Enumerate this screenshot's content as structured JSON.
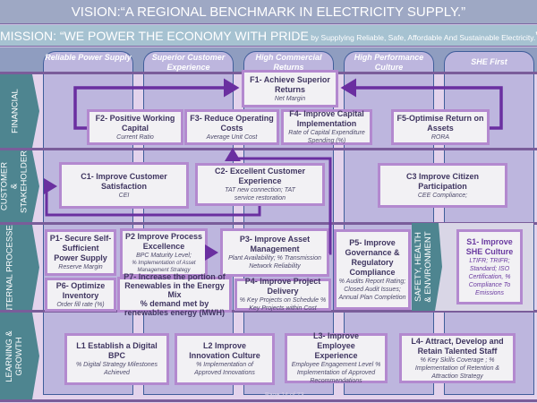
{
  "vision": "VISION:“A REGIONAL BENCHMARK IN ELECTRICITY SUPPLY.”",
  "mission": {
    "main": "MISSION: “WE POWER THE ECONOMY WITH PRIDE",
    "sub": " by Supplying Reliable, Safe, Affordable And Sustainable Electricity.",
    "close": "”"
  },
  "themes": [
    {
      "label": "Reliable Power Supply"
    },
    {
      "label": "Superior Customer Experience"
    },
    {
      "label": "High Commercial Returns"
    },
    {
      "label": "High Performance Culture"
    },
    {
      "label": "SHE First"
    }
  ],
  "perspectives": {
    "financial": "FINANCIAL",
    "customer": "CUSTOMER & STAKEHOLDER",
    "internal": "INTERNAL PROCESSES",
    "learning": "LEARNING & GROWTH",
    "she": "SAFETY, HEALTH & ENVIRONMENT"
  },
  "objectives": {
    "F1": {
      "title": "F1- Achieve Superior Returns",
      "measure": "Net Margin"
    },
    "F2": {
      "title": "F2- Positive Working Capital",
      "measure": "Current Ratio"
    },
    "F3": {
      "title": "F3- Reduce Operating Costs",
      "measure": "Average Unit Cost"
    },
    "F4": {
      "title": "F4- Improve Capital Implementation",
      "measure": "Rate of Capital Expenditure Spending (%)"
    },
    "F5": {
      "title": "F5-Optimise Return on Assets",
      "measure": "RORA"
    },
    "C1": {
      "title": "C1- Improve Customer Satisfaction",
      "measure": "CEI"
    },
    "C2": {
      "title": "C2- Excellent Customer Experience",
      "measure": "TAT new connection; TAT service restoration"
    },
    "C3": {
      "title": "C3 Improve Citizen Participation",
      "measure": "CEE Compliance;"
    },
    "P1": {
      "title": "P1- Secure Self-Sufficient Power Supply",
      "measure": "Reserve Margin"
    },
    "P2": {
      "title": "P2 Improve Process Excellence",
      "measure": "BPC Maturity Level;",
      "measure2": "% Implementation of Asset Management Strategy"
    },
    "P3": {
      "title": "P3- Improve Asset Management",
      "measure": "Plant Availability; % Transmission Network Reliability"
    },
    "P4": {
      "title": "P4- Improve Project Delivery",
      "measure": "% Key Projects on Schedule % Key Projects within Cost"
    },
    "P5": {
      "title": "P5- Improve Governance & Regulatory Compliance",
      "measure": "% Audits Report Rating; Closed Audit Issues; Annual Plan Completion"
    },
    "P6": {
      "title": "P6- Optimize Inventory",
      "measure": "Order fill rate (%)"
    },
    "P7": {
      "title": "P7- Increase the portion of Renewables in the Energy Mix",
      "measure": "% demand met by renewables energy (MWH)"
    },
    "S1": {
      "title": "S1- Improve SHE Culture",
      "measure": "LTIFR; TRIFR; Standard; ISO Certification, % Compliance To Emissions"
    },
    "L1": {
      "title": "L1  Establish a Digital BPC",
      "measure": "% Digital Strategy Milestones Achieved"
    },
    "L2": {
      "title": "L2  Improve Innovation Culture",
      "measure": "% Implementation of Approved Innovations"
    },
    "L3": {
      "title": "L3- Improve Employee Experience",
      "measure": "Employee Engagement Level % Implementation of Approved Recommendations"
    },
    "L4": {
      "title": "L4- Attract, Develop and Retain Talented Staff",
      "measure": "% Key Skills Coverage ; % Implementation of Retention & Attraction Strategy"
    }
  },
  "footer": "Page 14 of 73",
  "colors": {
    "arrow": "#6a2fa0",
    "box_border": "#b389cf",
    "perspective": "#4e8590",
    "vision_bg": "#9ea8c4",
    "mission_bg": "#a6c2d1"
  }
}
